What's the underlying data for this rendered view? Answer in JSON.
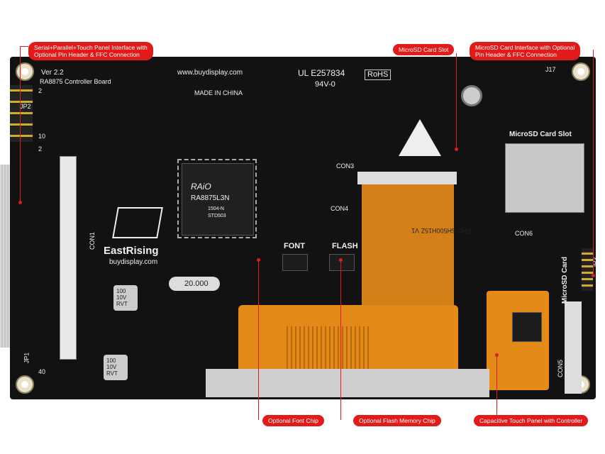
{
  "callouts": {
    "serial": "Serial+Parallel+Touch Panel Interface with\nOptional Pin Header & FFC Connection",
    "microsd_slot": "MicroSD Card Slot",
    "microsd_iface": "MicroSD Card Interface with Optional\nPin Header & FFC Connection",
    "font_chip": "Optional Font Chip",
    "flash_chip": "Optional Flash Memory Chip",
    "touch": "Capacitive Touch Panel with Controller"
  },
  "silkscreen": {
    "version": "Ver 2.2",
    "controller": "RA8875 Controller Board",
    "website": "www.buydisplay.com",
    "made_in": "MADE IN CHINA",
    "ul": "UL E257834",
    "ul_rating": "94V-0",
    "rohs": "RoHS",
    "chip_brand": "RAiO",
    "chip_part": "RA8875L3N",
    "chip_code1": "1504-N",
    "chip_code2": "STD503",
    "eastrising": "EastRising",
    "eastrising_web": "buydisplay.com",
    "crystal": "20.000",
    "font": "FONT",
    "flash": "FLASH",
    "microsd": "MicroSD Card Slot",
    "microsd_v": "MicroSD Card",
    "fpc": "FPC-SH500H15Z V1",
    "cap1": "100\n10V\nRVT",
    "cap2": "100\n10V\nRVT",
    "jp2": "JP2",
    "jp1": "JP1",
    "n2a": "2",
    "n10": "10",
    "n2b": "2",
    "n40": "40",
    "con1": "CON1",
    "con3": "CON3",
    "con4": "CON4",
    "con5": "CON5",
    "con6": "CON6",
    "jp3": "JP3",
    "j17": "J17"
  }
}
